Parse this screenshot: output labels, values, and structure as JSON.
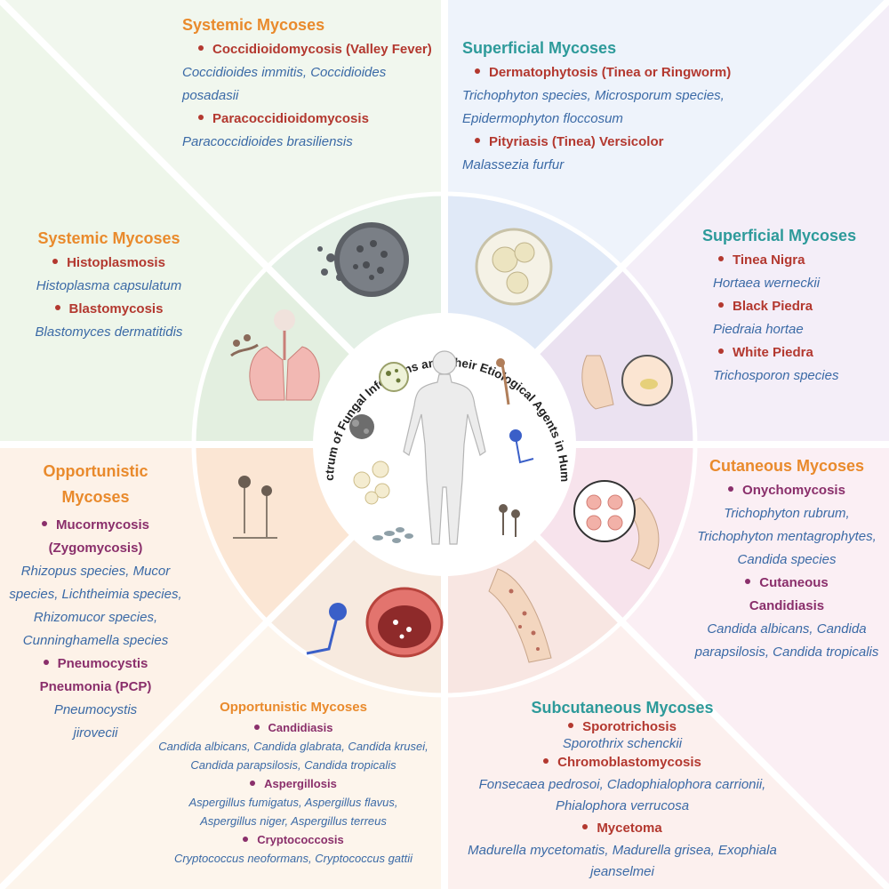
{
  "center_title": "Spectrum of Fungal Infections and Their Etiological Agents in Humans",
  "panels": {
    "systemic_top": {
      "title": "Systemic Mycoses",
      "items": [
        {
          "disease": "Coccidioidomycosis (Valley Fever)",
          "agents": "Coccidioides immitis, Coccidioides posadasii"
        },
        {
          "disease": "Paracoccidioidomycosis",
          "agents": "Paracoccidioides brasiliensis"
        }
      ]
    },
    "systemic_left": {
      "title": "Systemic Mycoses",
      "items": [
        {
          "disease": "Histoplasmosis",
          "agents": "Histoplasma capsulatum"
        },
        {
          "disease": "Blastomycosis",
          "agents": "Blastomyces dermatitidis"
        }
      ]
    },
    "superficial_top": {
      "title": "Superficial Mycoses",
      "items": [
        {
          "disease": "Dermatophytosis (Tinea or Ringworm)",
          "agents": "Trichophyton species, Microsporum species, Epidermophyton floccosum"
        },
        {
          "disease": "Pityriasis (Tinea) Versicolor",
          "agents": "Malassezia furfur"
        }
      ]
    },
    "superficial_right": {
      "title": "Superficial Mycoses",
      "items": [
        {
          "disease": "Tinea Nigra",
          "agents": "Hortaea werneckii"
        },
        {
          "disease": "Black Piedra",
          "agents": "Piedraia hortae"
        },
        {
          "disease": "White Piedra",
          "agents": "Trichosporon species"
        }
      ]
    },
    "cutaneous": {
      "title": "Cutaneous Mycoses",
      "items": [
        {
          "disease": "Onychomycosis",
          "agents": "Trichophyton rubrum, Trichophyton mentagrophytes, Candida species"
        },
        {
          "disease": "Cutaneous Candidiasis",
          "agents": "Candida albicans, Candida parapsilosis, Candida tropicalis"
        }
      ]
    },
    "subcutaneous": {
      "title": "Subcutaneous Mycoses",
      "items": [
        {
          "disease": "Sporotrichosis",
          "agents": "Sporothrix schenckii"
        },
        {
          "disease": "Chromoblastomycosis",
          "agents": "Fonsecaea pedrosoi, Cladophialophora carrionii, Phialophora verrucosa"
        },
        {
          "disease": "Mycetoma",
          "agents": "Madurella mycetomatis, Madurella grisea, Exophiala jeanselmei"
        }
      ]
    },
    "opportunistic_bottom": {
      "title": "Opportunistic Mycoses",
      "items": [
        {
          "disease": "Candidiasis",
          "agents": "Candida albicans, Candida glabrata, Candida krusei, Candida parapsilosis, Candida tropicalis"
        },
        {
          "disease": "Aspergillosis",
          "agents": "Aspergillus fumigatus, Aspergillus flavus, Aspergillus niger, Aspergillus terreus"
        },
        {
          "disease": "Cryptococcosis",
          "agents": "Cryptococcus neoformans, Cryptococcus gattii"
        }
      ]
    },
    "opportunistic_left": {
      "title": "Opportunistic Mycoses",
      "items": [
        {
          "disease": "Mucormycosis (Zygomycosis)",
          "agents": "Rhizopus species, Mucor species, Lichtheimia species, Rhizomucor species, Cunninghamella species"
        },
        {
          "disease": "Pneumocystis Pneumonia (PCP)",
          "agents": "Pneumocystis jirovecii"
        }
      ]
    }
  },
  "colors": {
    "systemic_bg": "#eef6ea",
    "superficial_bg": "#eaf1fa",
    "superficial2_bg": "#f3ecf7",
    "cutaneous_bg": "#fbeef3",
    "subcutaneous_bg": "#fbefec",
    "opportunistic_bg": "#fdf3ea",
    "agent_text": "#3b6aa6"
  }
}
